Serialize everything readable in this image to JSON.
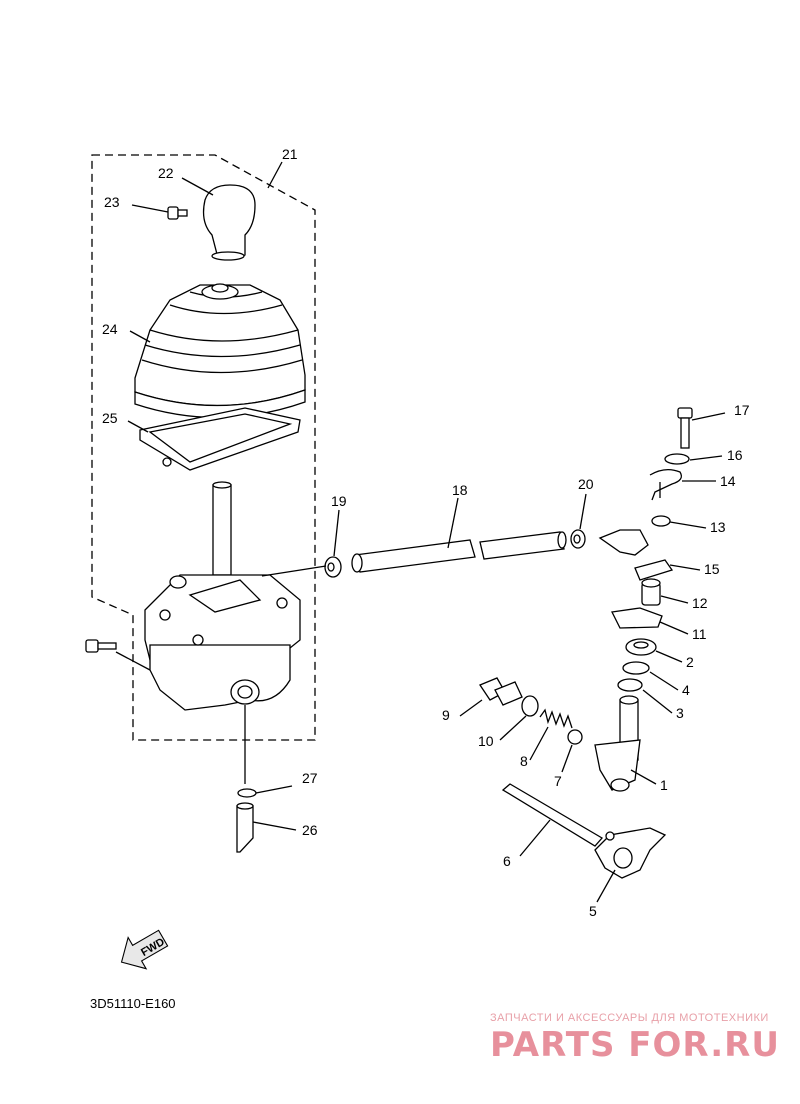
{
  "diagram": {
    "code": "3D51110-E160",
    "fwd_label": "FWD",
    "watermark_top": "ЗАПЧАСТИ И АКСЕССУАРЫ ДЛЯ МОТОТЕХНИКИ",
    "watermark_brand": "PARTS FOR.RU",
    "callouts": {
      "c1": "1",
      "c2": "2",
      "c3": "3",
      "c4": "4",
      "c5": "5",
      "c6": "6",
      "c7": "7",
      "c8": "8",
      "c9": "9",
      "c10": "10",
      "c11": "11",
      "c12": "12",
      "c13": "13",
      "c14": "14",
      "c15": "15",
      "c16": "16",
      "c17": "17",
      "c18": "18",
      "c19": "19",
      "c20": "20",
      "c21": "21",
      "c22": "22",
      "c23": "23",
      "c24": "24",
      "c25": "25",
      "c26": "26",
      "c27": "27"
    }
  }
}
